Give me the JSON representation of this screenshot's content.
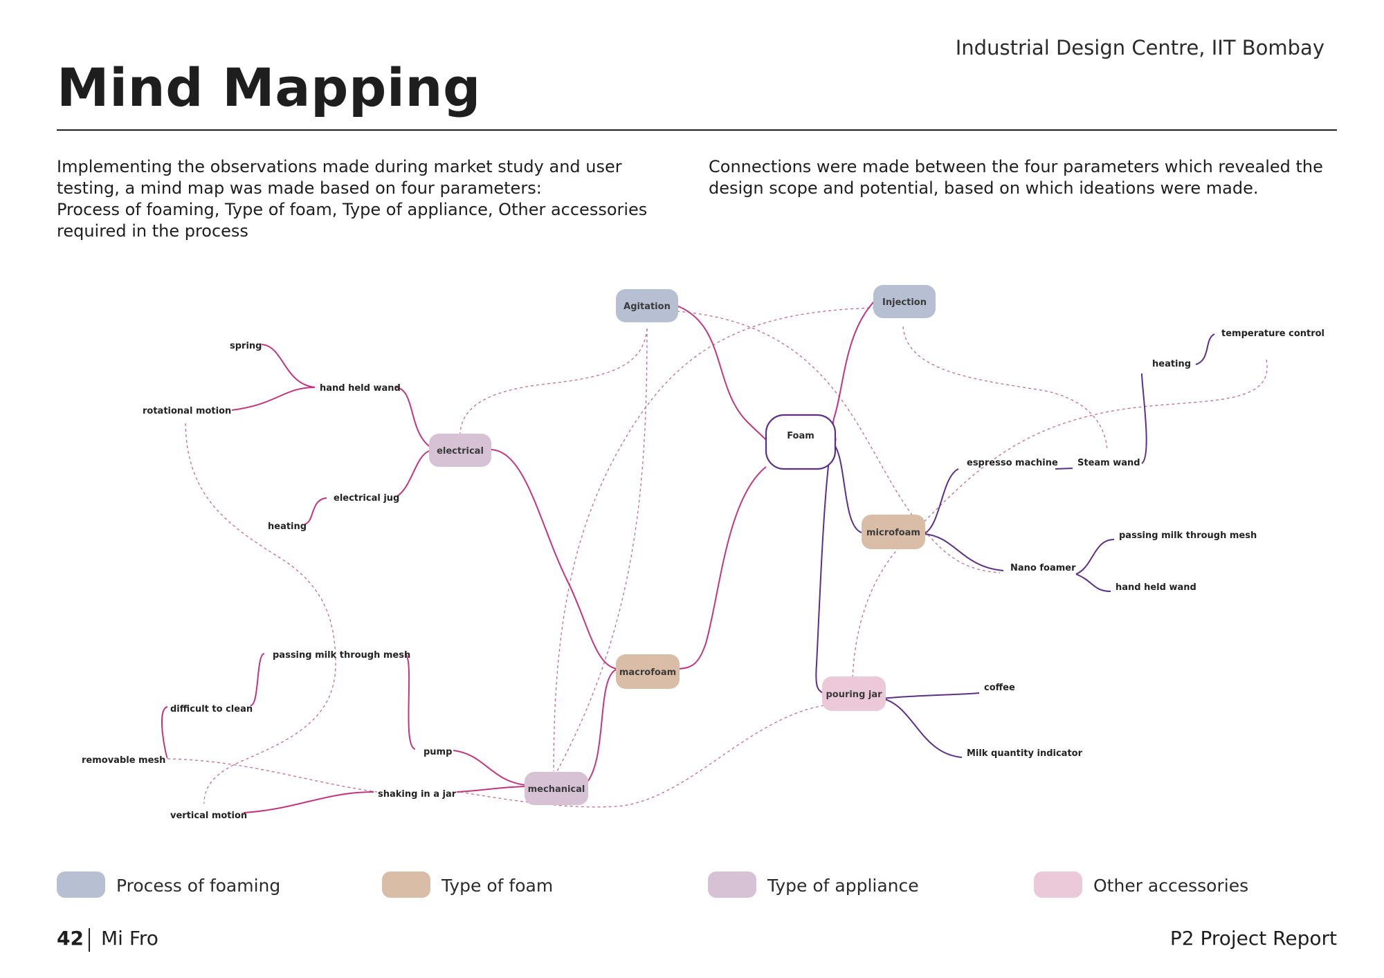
{
  "header": {
    "org": "Industrial Design Centre, IIT Bombay",
    "title": "Mind Mapping"
  },
  "intro": {
    "left": [
      "Implementing the observations made during market study and user",
      "testing, a mind map was made based on four parameters:",
      "Process of foaming, Type of foam, Type of appliance, Other accessories",
      "required in the process"
    ],
    "right": [
      "Connections were made between the four parameters which revealed the",
      "design scope and potential, based on which ideations were made."
    ]
  },
  "colors": {
    "process": "#b7c0d2",
    "foam_type": "#d9bda7",
    "appliance": "#d6c2d4",
    "accessory": "#ecc9d8",
    "line_pink": "#c2357e",
    "line_purple": "#5b2f86",
    "line_dashed": "#c26a8e"
  },
  "mindmap": {
    "center": "Foam",
    "process_nodes": {
      "agitation": "Agitation",
      "injection": "Injection"
    },
    "foam_nodes": {
      "microfoam": "microfoam",
      "macrofoam": "macrofoam"
    },
    "appliance_nodes": {
      "electrical": "electrical",
      "mechanical": "mechanical"
    },
    "accessory_nodes": {
      "pouring_jar": "pouring jar"
    },
    "leaves": {
      "spring": "spring",
      "hand_held_wand_left": "hand held wand",
      "rotational_motion": "rotational  motion",
      "electrical_jug": "electrical jug",
      "heating_left": "heating",
      "passing_milk_left": "passing milk through mesh",
      "difficult_to_clean": "difficult to clean",
      "removable_mesh": "removable mesh",
      "pump": "pump",
      "shaking_jar": "shaking in a  jar",
      "vertical_motion": "vertical motion",
      "temperature_control": "temperature control",
      "heating_right": "heating",
      "espresso_machine": "espresso machine",
      "steam_wand": "Steam wand",
      "nano_foamer": "Nano foamer",
      "passing_milk_right": "passing milk through mesh",
      "hand_held_wand_right": "hand held wand",
      "coffee": "coffee",
      "milk_quantity": "Milk quantity indicator"
    }
  },
  "legend": [
    {
      "label": "Process of foaming",
      "color": "#b7c0d2"
    },
    {
      "label": "Type of foam",
      "color": "#d9bda7"
    },
    {
      "label": "Type of appliance",
      "color": "#d6c2d4"
    },
    {
      "label": "Other accessories",
      "color": "#ecc9d8"
    }
  ],
  "footer": {
    "page_number": "42",
    "project": "Mi Fro",
    "report": "P2 Project Report"
  }
}
